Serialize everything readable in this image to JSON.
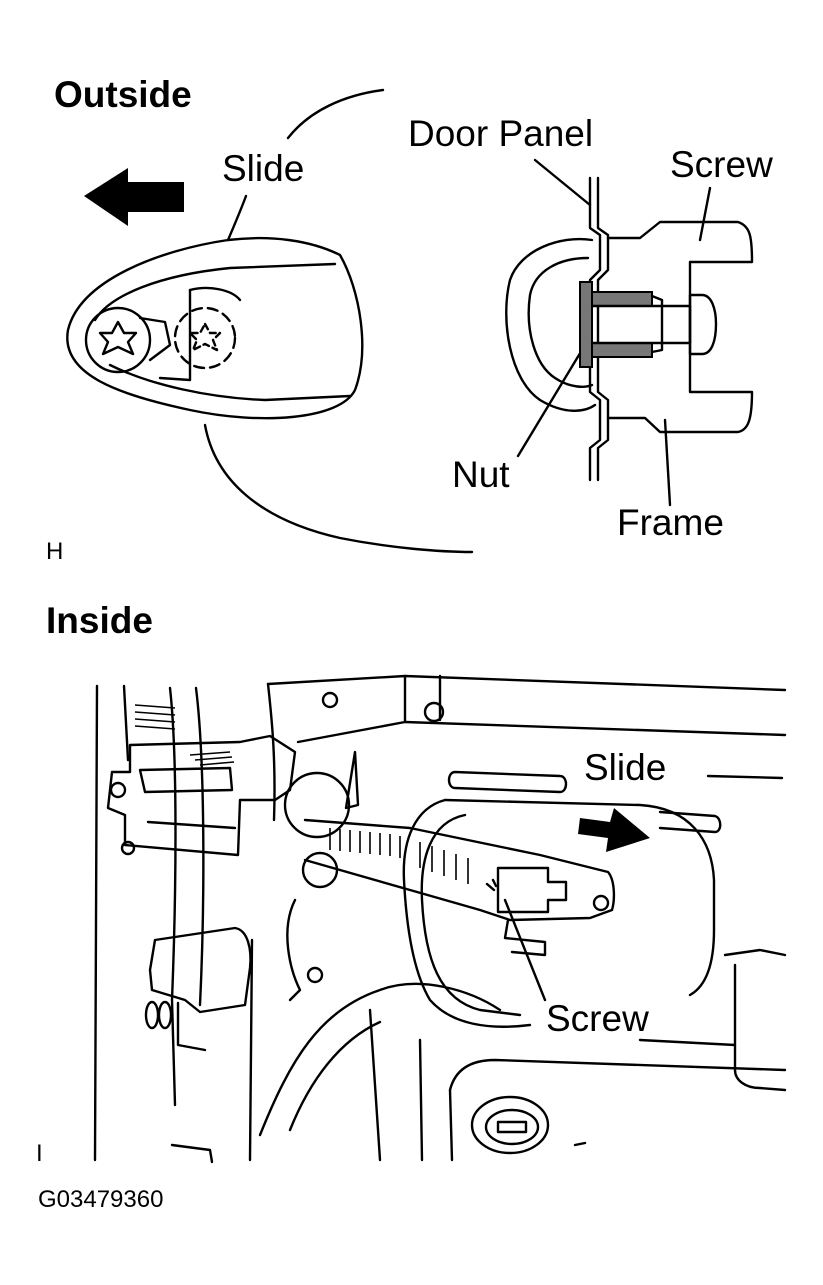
{
  "figure": {
    "outside_title": "Outside",
    "inside_title": "Inside",
    "outside_mark": "H",
    "inside_mark": "I",
    "figure_code": "G03479360"
  },
  "outside": {
    "slide_label": "Slide",
    "door_panel_label": "Door Panel",
    "screw_label": "Screw",
    "nut_label": "Nut",
    "frame_label": "Frame"
  },
  "inside": {
    "slide_label": "Slide",
    "screw_label": "Screw"
  }
}
